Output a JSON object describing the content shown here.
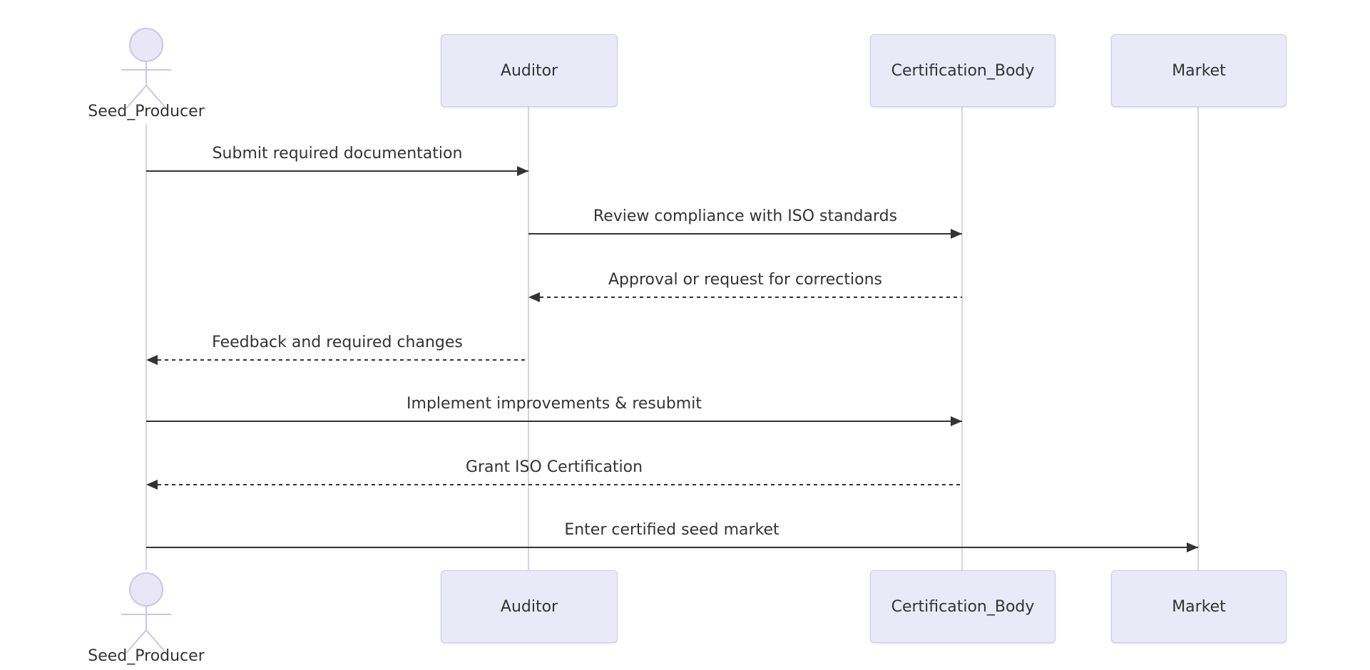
{
  "diagram": {
    "type": "sequence",
    "background": "#ffffff",
    "colors": {
      "participant_fill": "#e9e9f8",
      "participant_border": "#cfcce6",
      "actor_stroke": "#ccc6e4",
      "actor_head_fill": "#e9e7f6",
      "lifeline": "#d6d2e6",
      "message_line": "#333333",
      "text": "#333333"
    },
    "participants": [
      {
        "id": "seed_producer",
        "label": "Seed_Producer",
        "kind": "actor"
      },
      {
        "id": "auditor",
        "label": "Auditor",
        "kind": "participant"
      },
      {
        "id": "certification_body",
        "label": "Certification_Body",
        "kind": "participant"
      },
      {
        "id": "market",
        "label": "Market",
        "kind": "participant"
      }
    ],
    "messages": [
      {
        "from": "seed_producer",
        "to": "auditor",
        "label": "Submit required documentation",
        "style": "solid"
      },
      {
        "from": "auditor",
        "to": "certification_body",
        "label": "Review compliance with ISO standards",
        "style": "solid"
      },
      {
        "from": "certification_body",
        "to": "auditor",
        "label": "Approval or request for corrections",
        "style": "dashed"
      },
      {
        "from": "auditor",
        "to": "seed_producer",
        "label": "Feedback and required changes",
        "style": "dashed"
      },
      {
        "from": "seed_producer",
        "to": "certification_body",
        "label": "Implement improvements & resubmit",
        "style": "solid"
      },
      {
        "from": "certification_body",
        "to": "seed_producer",
        "label": "Grant ISO Certification",
        "style": "dashed"
      },
      {
        "from": "seed_producer",
        "to": "market",
        "label": "Enter certified seed market",
        "style": "solid"
      }
    ]
  }
}
